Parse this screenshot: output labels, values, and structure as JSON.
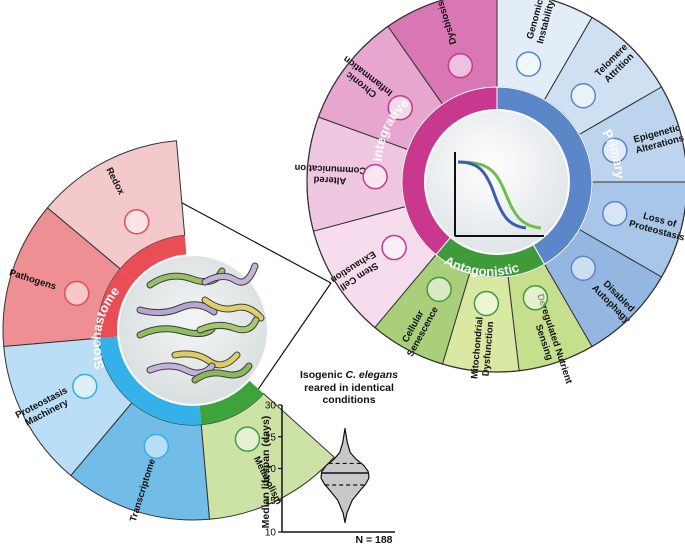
{
  "hallmarks": {
    "integrative": {
      "label": "Integrative",
      "color": "#c8388e",
      "segments": [
        "Dysbiosis",
        "Chronic Inflammation",
        "Altered Communication",
        "Stem Cell Exhaustion"
      ]
    },
    "primary": {
      "label": "Primary",
      "color": "#5b87c8",
      "segments": [
        "Genomic Instability",
        "Telomere Attrition",
        "Epigenetic Alterations",
        "Loss of Proteostasis",
        "Disabled Autophagy"
      ]
    },
    "antagonistic": {
      "label": "Antagonistic",
      "color": "#3f9a3a",
      "segments": [
        "Cellular Senescence",
        "Mitochondrial Dysfunction",
        "Deregulated Nutrient Sensing"
      ]
    }
  },
  "stochastome": {
    "label": "Stochastome",
    "segments": [
      "Redox",
      "Pathogens",
      "Proteostasis Machinery",
      "Transcriptome",
      "Metabolism"
    ]
  },
  "violin": {
    "title_line1_prefix": "Isogenic ",
    "title_line1_italic": "C. elegans",
    "title_line2": "reared in identical",
    "title_line3": "conditions",
    "ylabel": "Median lifespan (days)",
    "ticks": [
      "10",
      "15",
      "20",
      "25",
      "30"
    ],
    "n_label": "N = 188"
  },
  "chart_data": {
    "type": "violin",
    "ylabel": "Median lifespan (days)",
    "ylim": [
      10,
      30
    ],
    "yticks": [
      10,
      15,
      20,
      25,
      30
    ],
    "n": 188,
    "min": 11.5,
    "max": 26.3,
    "median": 19.3,
    "q1": 17.4,
    "q3": 20.8,
    "density": [
      {
        "y": 11.5,
        "w": 0.0
      },
      {
        "y": 13.0,
        "w": 0.08
      },
      {
        "y": 15.0,
        "w": 0.3
      },
      {
        "y": 16.5,
        "w": 0.62
      },
      {
        "y": 17.5,
        "w": 0.85
      },
      {
        "y": 18.5,
        "w": 1.0
      },
      {
        "y": 19.5,
        "w": 0.97
      },
      {
        "y": 20.5,
        "w": 0.78
      },
      {
        "y": 21.5,
        "w": 0.45
      },
      {
        "y": 22.5,
        "w": 0.22
      },
      {
        "y": 24.0,
        "w": 0.1
      },
      {
        "y": 26.3,
        "w": 0.0
      }
    ]
  }
}
